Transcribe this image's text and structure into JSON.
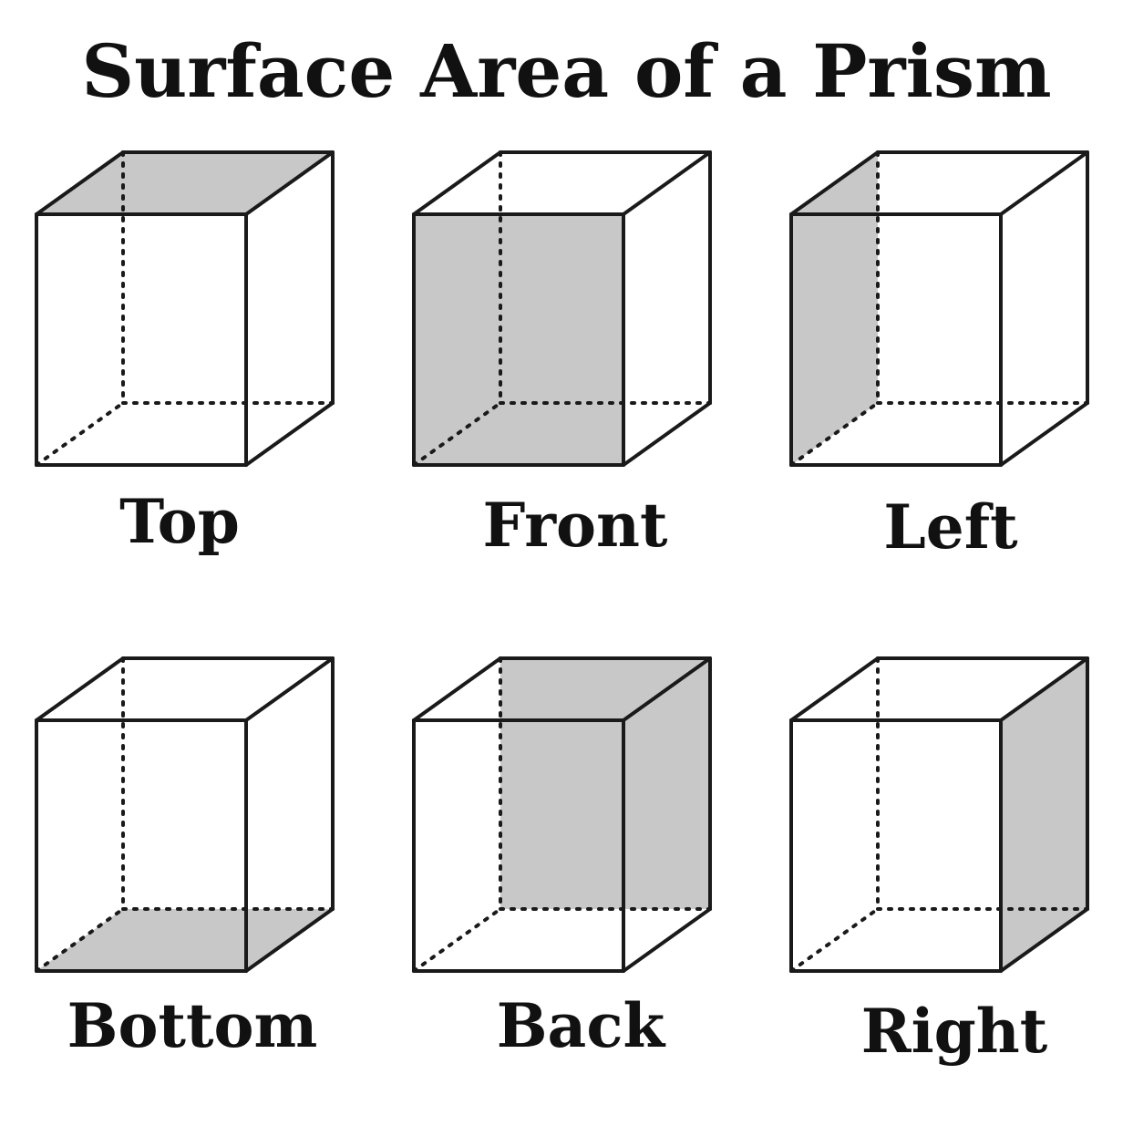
{
  "title": "Surface Area of a Prism",
  "shade_color": "#c8c8c8",
  "edge_color": "#1a1a1a",
  "cubes": [
    {
      "label": "Top",
      "shaded_face": "top"
    },
    {
      "label": "Front",
      "shaded_face": "front"
    },
    {
      "label": "Left",
      "shaded_face": "left"
    },
    {
      "label": "Bottom",
      "shaded_face": "bottom"
    },
    {
      "label": "Back",
      "shaded_face": "back"
    },
    {
      "label": "Right",
      "shaded_face": "right"
    }
  ]
}
